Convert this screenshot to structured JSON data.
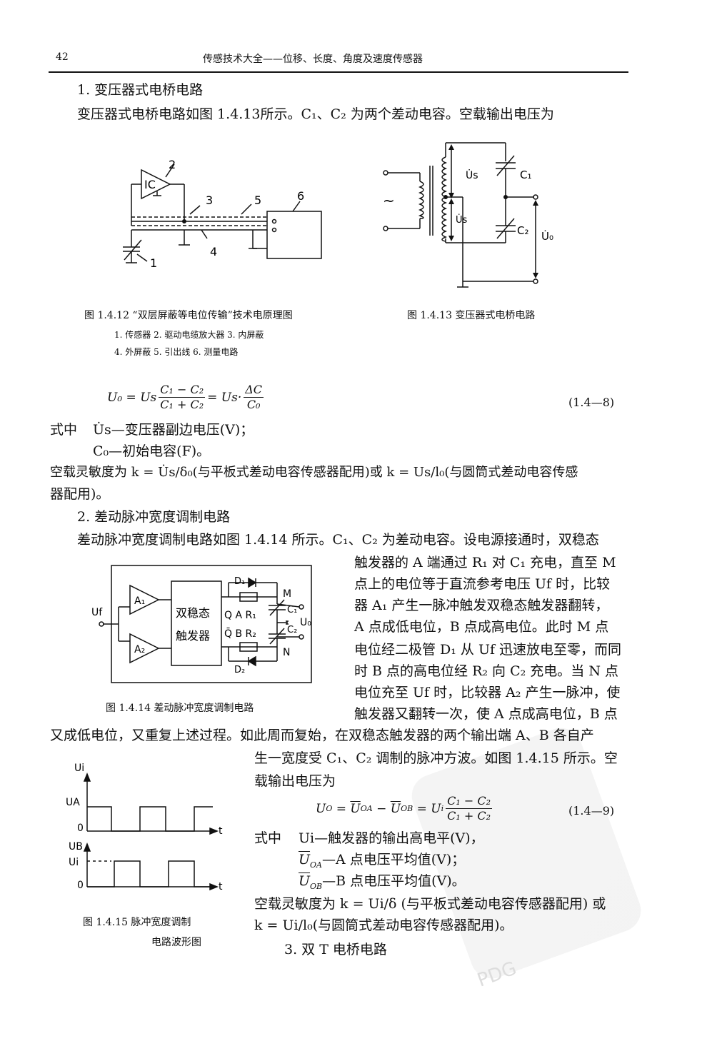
{
  "header": {
    "page_number": "42",
    "running_title": "传感技术大全——位移、长度、角度及速度传感器"
  },
  "sec1": {
    "heading": "1. 变压器式电桥电路",
    "intro": "变压器式电桥电路如图 1.4.13所示。C₁、C₂ 为两个差动电容。空载输出电压为"
  },
  "fig12": {
    "caption": "图 1.4.12 “双层屏蔽等电位传输”技术电原理图",
    "legend_line1": "1. 传感器  2. 驱动电缆放大器  3. 内屏蔽",
    "legend_line2": "4. 外屏蔽  5. 引出线  6. 测量电路",
    "labels": {
      "ic": "IC",
      "n1": "1",
      "n2": "2",
      "n3": "3",
      "n4": "4",
      "n5": "5",
      "n6": "6"
    }
  },
  "fig13": {
    "caption": "图 1.4.13  变压器式电桥电路",
    "labels": {
      "us_top": "U̇s",
      "us_bot": "U̇s",
      "c1": "C₁",
      "c2": "C₂",
      "u0": "U̇₀",
      "ac": "~"
    }
  },
  "eq8": {
    "lhs": "U₀ = Us",
    "frac1_num": "C₁ − C₂",
    "frac1_den": "C₁ + C₂",
    "mid": "= Us·",
    "frac2_num": "ΔC",
    "frac2_den": "C₀",
    "number": "(1.4—8)"
  },
  "where8": {
    "label": "式中",
    "line1": "U̇s—变压器副边电压(V)；",
    "line2": "C₀—初始电容(F)。"
  },
  "sens1": {
    "line1": "空载灵敏度为 k = U̇s/δ₀(与平板式差动电容传感器配用)或 k = Us/l₀(与圆筒式差动电容传感",
    "line2": "器配用)。"
  },
  "sec2": {
    "heading": "2. 差动脉冲宽度调制电路",
    "line1": "差动脉冲宽度调制电路如图 1.4.14 所示。C₁、C₂ 为差动电容。设电源接通时，双稳态",
    "wrap": [
      "触发器的 A 端通过 R₁ 对 C₁ 充电，直至 M",
      "点上的电位等于直流参考电压 Uf 时，比较",
      "器 A₁ 产生一脉冲触发双稳态触发器翻转，",
      "A 点成低电位，B 点成高电位。此时 M 点",
      "电位经二极管 D₁ 从 Uf 迅速放电至零，而同",
      "时 B 点的高电位经 R₂ 向 C₂ 充电。当 N 点",
      "电位充至 Uf 时，比较器 A₂ 产生一脉冲，使",
      "触发器又翻转一次，使 A 点成高电位，B 点"
    ],
    "full": "又成低电位，又重复上述过程。如此周而复始，在双稳态触发器的两个输出端 A、B 各自产",
    "wrap2": [
      "生一宽度受 C₁、C₂ 调制的脉冲方波。如图 1.4.15 所示。空",
      "载输出电压为"
    ]
  },
  "fig14": {
    "caption": "图 1.4.14  差动脉冲宽度调制电路",
    "labels": {
      "a1": "A₁",
      "a2": "A₂",
      "uf": "Uf",
      "ff1": "双稳态",
      "ff2": "触发器",
      "qa": "Q A R₁",
      "qb": "Q̄ B R₂",
      "d1": "D₁",
      "d2": "D₂",
      "m": "M",
      "n": "N",
      "c1": "C₁",
      "c2": "C₂",
      "u0": "U₀"
    }
  },
  "fig15": {
    "caption1": "图 1.4.15  脉冲宽度调制",
    "caption2": "电路波形图",
    "labels": {
      "ui_top": "Ui",
      "ua": "UA",
      "zero1": "0",
      "t1": "t",
      "ub": "UB",
      "ui": "Ui",
      "zero2": "0",
      "t2": "t"
    }
  },
  "eq9": {
    "lhs": "U",
    "lhs_sub": "O",
    "t1": "U",
    "t1_sub": "OA",
    "t2": "U",
    "t2_sub": "OB",
    "ui": "U",
    "ui_sub": "i",
    "num": "C₁ − C₂",
    "den": "C₁ + C₂",
    "number": "(1.4—9)"
  },
  "where9": {
    "label": "式中",
    "line1": "Ui—触发器的输出高电平(V)，",
    "line2_sym": "U",
    "line2_sub": "OA",
    "line2": "—A 点电压平均值(V)；",
    "line3_sym": "U",
    "line3_sub": "OB",
    "line3": "—B 点电压平均值(V)。"
  },
  "sens2": {
    "line1": "空载灵敏度为 k = Ui/δ (与平板式差动电容传感器配用) 或",
    "line2": "k = Ui/l₀(与圆筒式差动电容传感器配用)。"
  },
  "sec3": {
    "heading": "3. 双 T 电桥电路"
  },
  "watermark": {
    "text": "PDG"
  }
}
